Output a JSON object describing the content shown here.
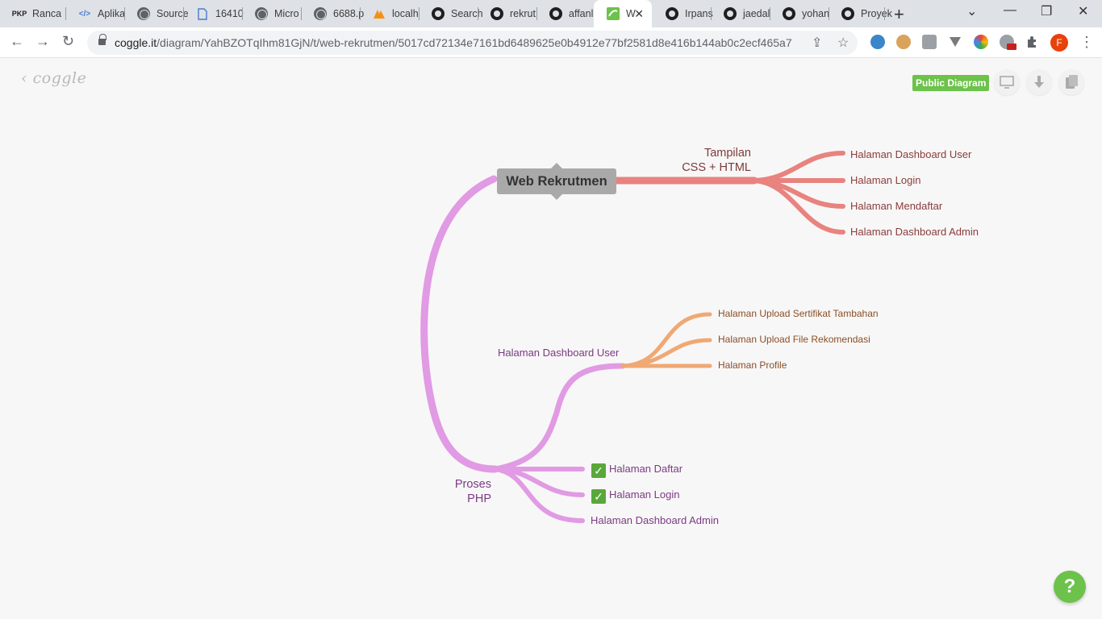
{
  "browser": {
    "tabs": [
      {
        "title": "Ranca",
        "icon": "pkp-icon"
      },
      {
        "title": "Aplika",
        "icon": "code-icon"
      },
      {
        "title": "Source",
        "icon": "globe-icon"
      },
      {
        "title": "16410",
        "icon": "document-icon"
      },
      {
        "title": "Micro",
        "icon": "globe-icon"
      },
      {
        "title": "6688.p",
        "icon": "globe-icon"
      },
      {
        "title": "localh",
        "icon": "phpmyadmin-icon"
      },
      {
        "title": "Search",
        "icon": "github-icon"
      },
      {
        "title": "rekrut",
        "icon": "github-icon"
      },
      {
        "title": "affanl",
        "icon": "github-icon"
      },
      {
        "title": "W",
        "icon": "coggle-icon",
        "active": true
      },
      {
        "title": "Irpans",
        "icon": "github-icon"
      },
      {
        "title": "jaedal",
        "icon": "github-icon"
      },
      {
        "title": "yohan",
        "icon": "github-icon"
      },
      {
        "title": "Proyek",
        "icon": "github-icon"
      }
    ],
    "url_domain": "coggle.it",
    "url_path": "/diagram/YahBZOTqIhm81GjN/t/web-rekrutmen/5017cd72134e7161bd6489625e0b4912e77bf2581d8e416b144ab0c2ecf465a7",
    "profile_initial": "F"
  },
  "coggle": {
    "logo_text": "coggle",
    "public_label": "Public Diagram",
    "help_label": "?",
    "colors": {
      "red": "#e8837f",
      "orange": "#f0a874",
      "purple": "#e19ae4",
      "accent_green": "#6cc24a"
    }
  },
  "mindmap": {
    "root": "Web Rekrutmen",
    "branch_tampilan": {
      "label_line1": "Tampilan",
      "label_line2": "CSS + HTML",
      "children": [
        "Halaman Dashboard User",
        "Halaman Login",
        "Halaman Mendaftar",
        "Halaman Dashboard Admin"
      ]
    },
    "branch_proses": {
      "label_line1": "Proses",
      "label_line2": "PHP",
      "sub_dashboard": {
        "label": "Halaman Dashboard User",
        "children": [
          "Halaman Upload Sertifikat Tambahan",
          "Halaman Upload File Rekomendasi",
          "Halaman Profile"
        ]
      },
      "children": [
        "Halaman Daftar",
        "Halaman Login",
        "Halaman Dashboard Admin"
      ]
    }
  }
}
